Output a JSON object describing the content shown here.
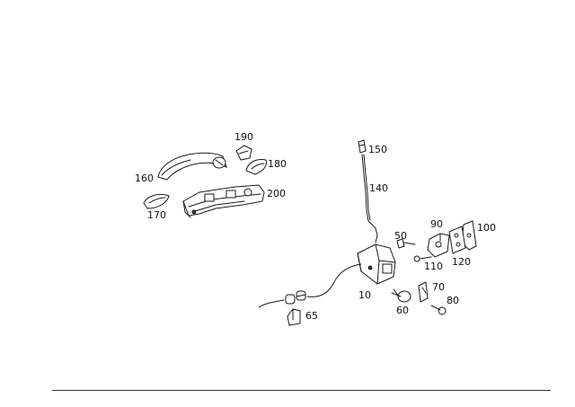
{
  "callouts": [
    {
      "id": "c190",
      "text": "190"
    },
    {
      "id": "c180",
      "text": "180"
    },
    {
      "id": "c160",
      "text": "160"
    },
    {
      "id": "c200",
      "text": "200"
    },
    {
      "id": "c170",
      "text": "170"
    },
    {
      "id": "c150",
      "text": "150"
    },
    {
      "id": "c140",
      "text": "140"
    },
    {
      "id": "c90",
      "text": "90"
    },
    {
      "id": "c100",
      "text": "100"
    },
    {
      "id": "c50",
      "text": "50"
    },
    {
      "id": "c110",
      "text": "110"
    },
    {
      "id": "c120",
      "text": "120"
    },
    {
      "id": "c10",
      "text": "10"
    },
    {
      "id": "c70",
      "text": "70"
    },
    {
      "id": "c80",
      "text": "80"
    },
    {
      "id": "c60",
      "text": "60"
    },
    {
      "id": "c65",
      "text": "65"
    }
  ]
}
